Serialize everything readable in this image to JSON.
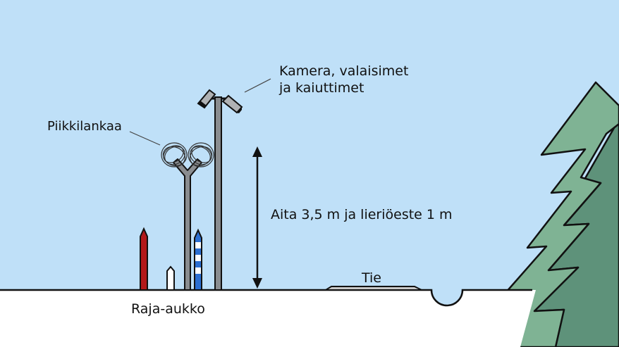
{
  "labels": {
    "camera_line1": "Kamera, valaisimet",
    "camera_line2": "ja kaiuttimet",
    "razor_wire": "Piikkilankaa",
    "fence_height": "Aita 3,5 m ja lieriöeste 1 m",
    "road": "Tie",
    "border_clearing": "Raja-aukko"
  },
  "colors": {
    "sky": "#bfe0f8",
    "ground": "#ffffff",
    "tree_light": "#7fb394",
    "tree_dark": "#5e927a",
    "post_gray": "#8a8d90",
    "finnish_post_red": "#b3181a",
    "russian_post_blue": "#2c6fd1",
    "road": "#c8c8c8"
  }
}
